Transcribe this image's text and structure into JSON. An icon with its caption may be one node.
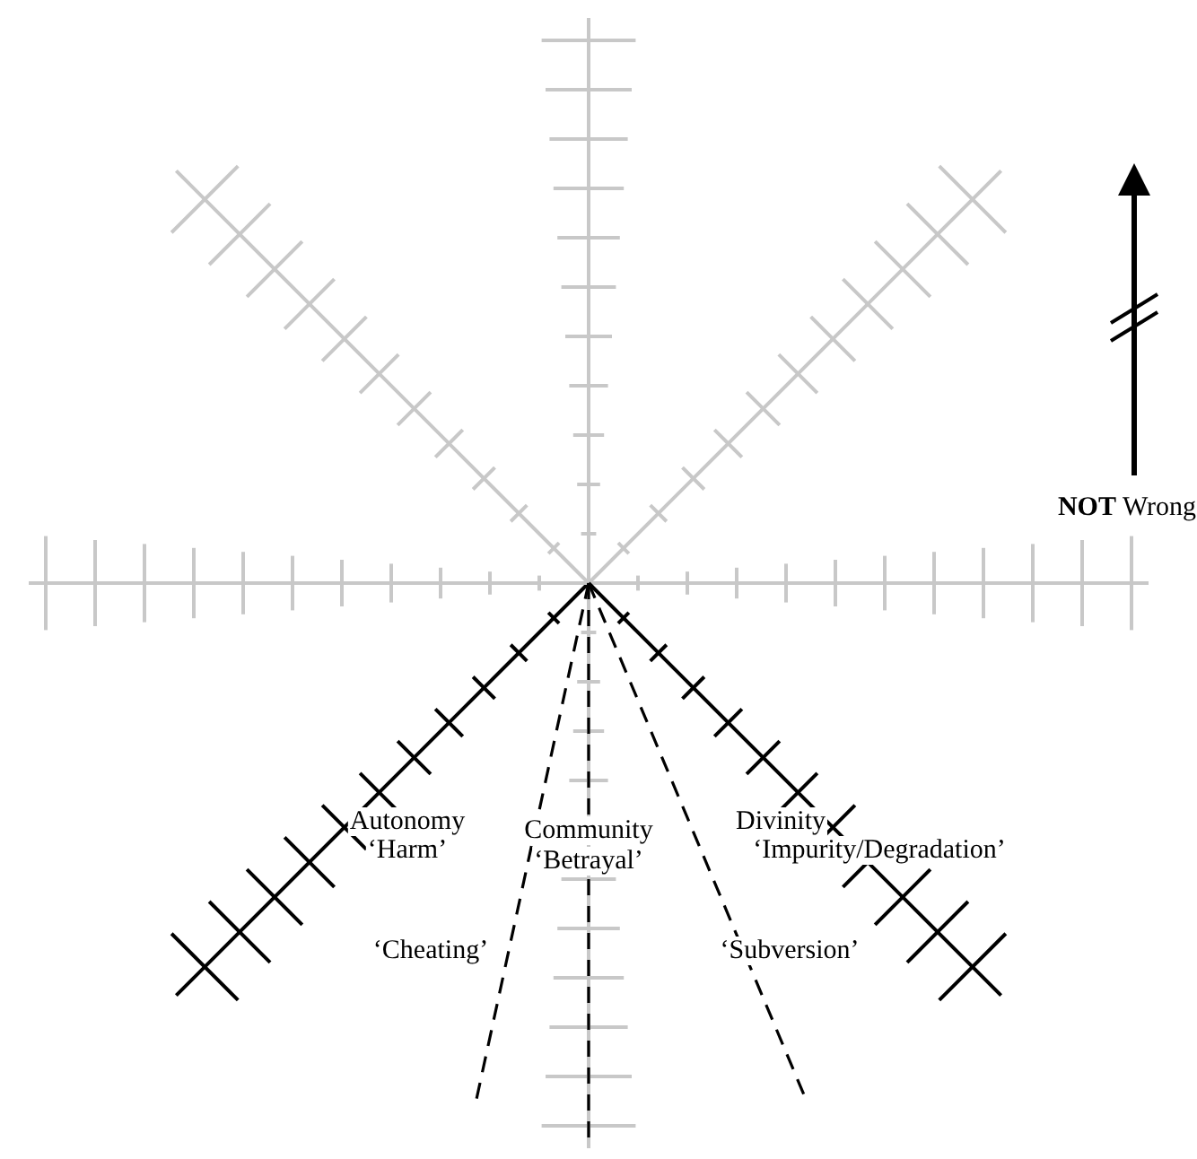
{
  "diagram": {
    "labels": [
      "**NOT** Wrong",
      "Autonomy",
      "‘Harm’",
      "Community",
      "‘Betrayal’",
      "Divinity",
      "‘Impurity/Degradation’",
      "‘Cheating’",
      "‘Subversion’"
    ]
  }
}
